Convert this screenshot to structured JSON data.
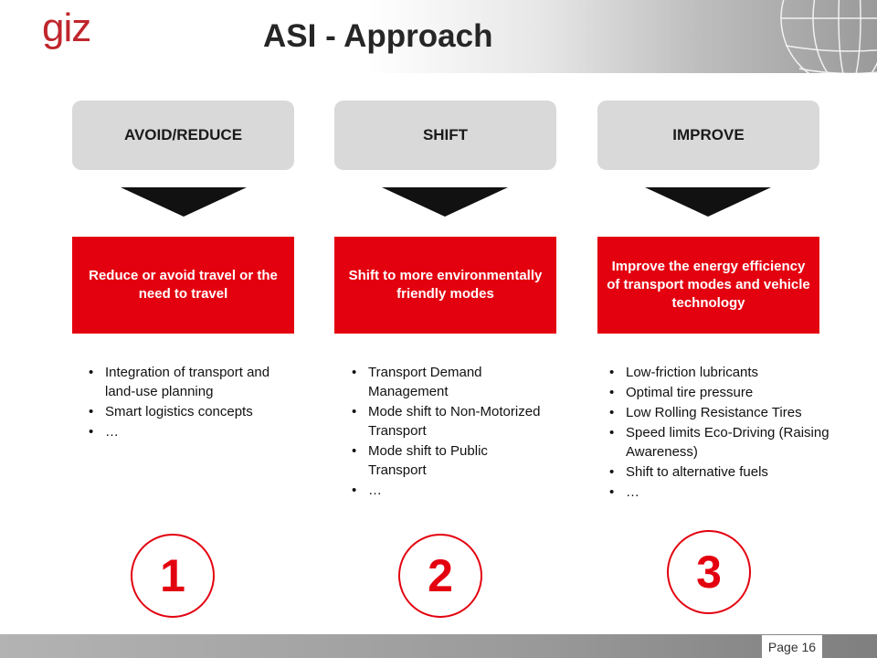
{
  "header": {
    "logo": "giz",
    "title": "ASI - Approach"
  },
  "columns": [
    {
      "heading": "AVOID/REDUCE",
      "description": "Reduce or avoid travel or the need to travel",
      "bullets": [
        "Integration of transport and land-use planning",
        "Smart logistics concepts",
        "…"
      ],
      "number": "1"
    },
    {
      "heading": "SHIFT",
      "description": "Shift to more environmentally friendly modes",
      "bullets": [
        "Transport Demand Management",
        "Mode shift to Non-Motorized Transport",
        "Mode shift to Public Transport",
        "…"
      ],
      "number": "2"
    },
    {
      "heading": "IMPROVE",
      "description": "Improve the energy efficiency of transport modes and vehicle technology",
      "bullets": [
        "Low-friction lubricants",
        "Optimal tire pressure",
        "Low Rolling Resistance Tires",
        "Speed limits Eco-Driving (Raising Awareness)",
        "Shift to alternative fuels",
        "…"
      ],
      "number": "3"
    }
  ],
  "footer": {
    "page": "Page 16"
  },
  "colors": {
    "accent_red": "#e3000f",
    "logo_red": "#c0262d",
    "box_gray": "#d9d9d9"
  }
}
